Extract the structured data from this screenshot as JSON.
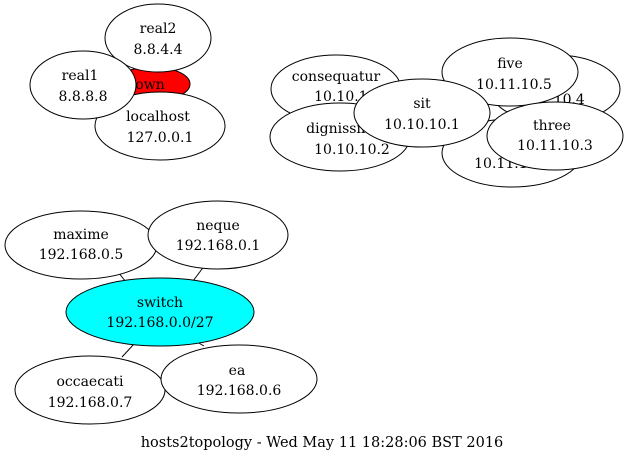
{
  "caption": "hosts2topology - Wed May 11 18:28:06 BST 2016",
  "colors": {
    "node_fill": "#ffffff",
    "stroke": "#000000",
    "switch_fill": "#00ffff",
    "own_fill": "#ff0000"
  },
  "nodes": {
    "own": {
      "line1": "own",
      "line2": ""
    },
    "localhost": {
      "line1": "localhost",
      "line2": "127.0.0.1"
    },
    "real2": {
      "line1": "real2",
      "line2": "8.8.4.4"
    },
    "real1": {
      "line1": "real1",
      "line2": "8.8.8.8"
    },
    "behind_five": {
      "line1": "",
      "line2": "10.11.10.4"
    },
    "behind_three": {
      "line1": "",
      "line2": "10.11.10.2"
    },
    "consequatur": {
      "line1": "consequatur",
      "line2": "10.10.10.3"
    },
    "dignissimos": {
      "line1": "dignissimos",
      "line2": "10.10.10.2"
    },
    "five": {
      "line1": "five",
      "line2": "10.11.10.5"
    },
    "sit": {
      "line1": "sit",
      "line2": "10.10.10.1"
    },
    "three": {
      "line1": "three",
      "line2": "10.11.10.3"
    },
    "maxime": {
      "line1": "maxime",
      "line2": "192.168.0.5"
    },
    "neque": {
      "line1": "neque",
      "line2": "192.168.0.1"
    },
    "switch": {
      "line1": "switch",
      "line2": "192.168.0.0/27"
    },
    "occaecati": {
      "line1": "occaecati",
      "line2": "192.168.0.7"
    },
    "ea": {
      "line1": "ea",
      "line2": "192.168.0.6"
    }
  }
}
